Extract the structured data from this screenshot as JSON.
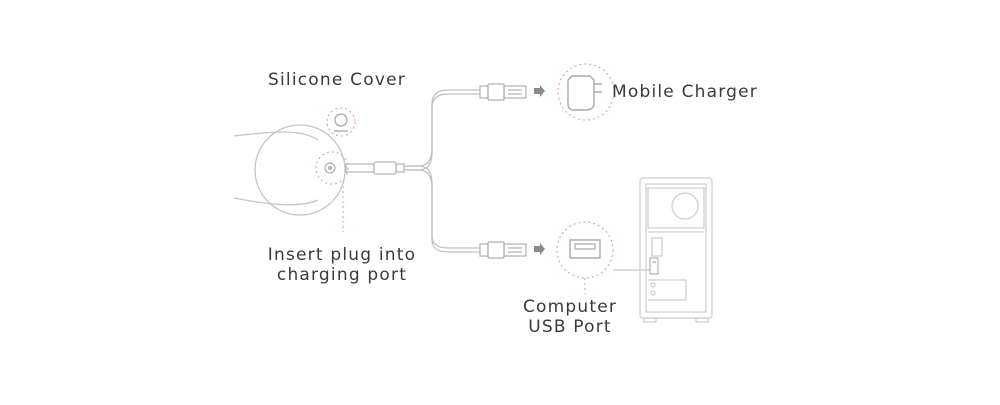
{
  "labels": {
    "silicone_cover": "Silicone Cover",
    "mobile_charger": "Mobile Charger",
    "insert_plug_line1": "Insert plug into",
    "insert_plug_line2": "charging port",
    "computer_line1": "Computer",
    "computer_line2": "USB Port"
  },
  "colors": {
    "line": "#bdbdbd",
    "dash": "#e8a0b0",
    "text": "#3a3a3a"
  }
}
